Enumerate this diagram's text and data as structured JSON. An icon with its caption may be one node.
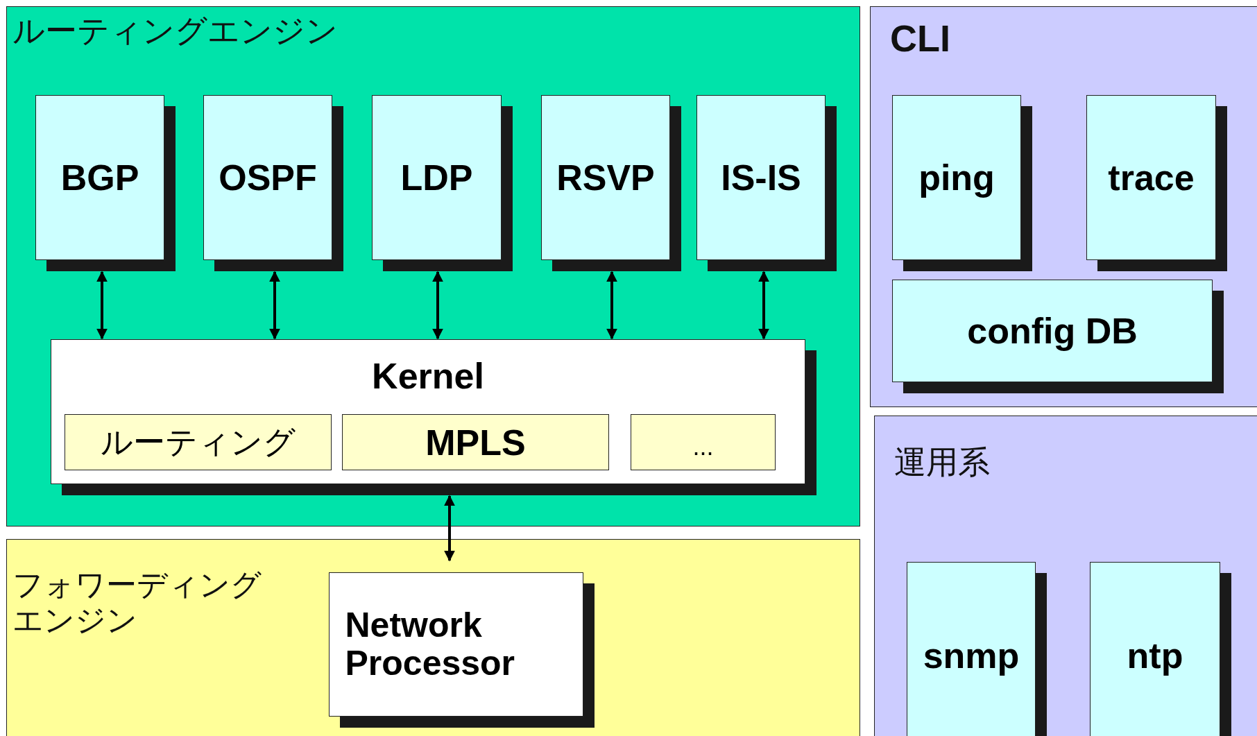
{
  "diagram": {
    "nodes": [
      {
        "text": [
          "ルーティングエンジン"
        ]
      },
      {
        "text": [
          "BGP"
        ],
        "in": 0
      },
      {
        "text": [
          "OSPF"
        ],
        "in": 0
      },
      {
        "text": [
          "LDP"
        ],
        "in": 0
      },
      {
        "text": [
          "RSVP"
        ],
        "in": 0
      },
      {
        "text": [
          "IS-IS"
        ],
        "in": 0
      },
      {
        "text": [
          "Kernel"
        ],
        "in": 0
      },
      {
        "text": [
          "ルーティング"
        ],
        "in": 6
      },
      {
        "text": [
          "MPLS"
        ],
        "in": 6
      },
      {
        "text": [
          "..."
        ],
        "in": 6
      },
      {
        "text": [
          "フォワーディングエンジン"
        ]
      },
      {
        "text": [
          "Network Processor"
        ],
        "in": 10
      },
      {
        "text": [
          "CLI"
        ]
      },
      {
        "text": [
          "ping"
        ],
        "in": 12
      },
      {
        "text": [
          "trace"
        ],
        "in": 12
      },
      {
        "text": [
          "config DB"
        ],
        "in": 12
      },
      {
        "text": [
          "運用系"
        ]
      },
      {
        "text": [
          "snmp"
        ],
        "in": 16
      },
      {
        "text": [
          "ntp"
        ],
        "in": 16
      }
    ],
    "edges": [
      {
        "from": 1,
        "to": 6,
        "arrow": "both"
      },
      {
        "from": 2,
        "to": 6,
        "arrow": "both"
      },
      {
        "from": 3,
        "to": 6,
        "arrow": "both"
      },
      {
        "from": 4,
        "to": 6,
        "arrow": "both"
      },
      {
        "from": 5,
        "to": 6,
        "arrow": "both"
      },
      {
        "from": 6,
        "to": 11,
        "arrow": "both"
      }
    ]
  }
}
